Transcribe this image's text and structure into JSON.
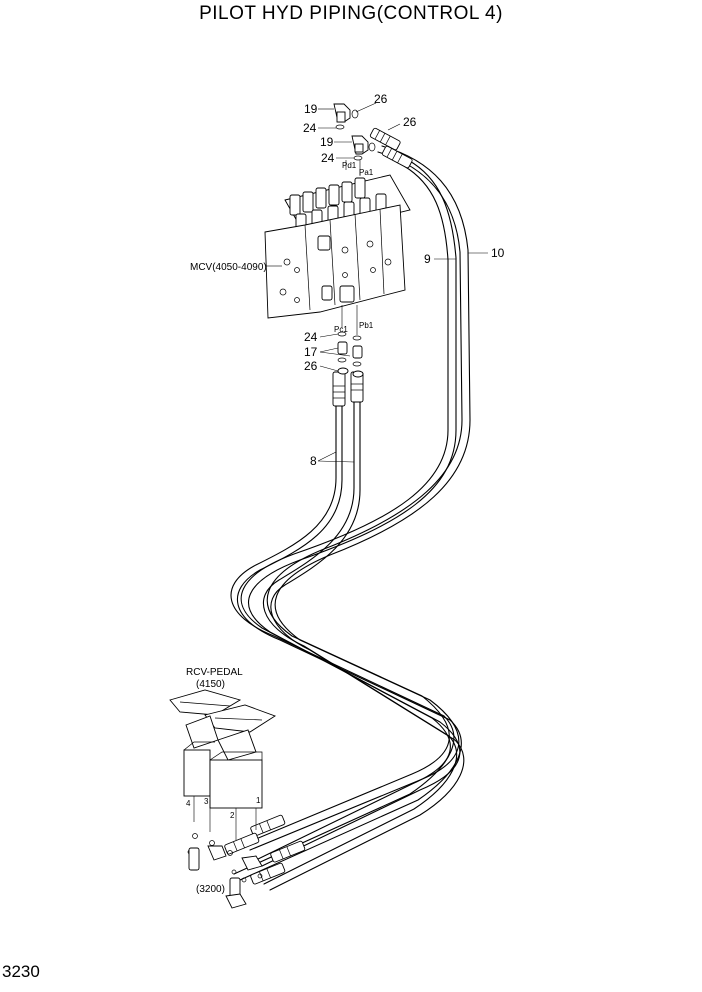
{
  "title": "PILOT HYD PIPING(CONTROL 4)",
  "page_number": "3230",
  "components": {
    "mcv": "MCV(4050-4090)",
    "rcv_pedal_name": "RCV-PEDAL",
    "rcv_pedal_ref": "(4150)",
    "fitting_ref": "(3200)"
  },
  "ports": {
    "pd1": "Pd1",
    "pa1": "Pa1",
    "pc1": "Pc1",
    "pb1": "Pb1",
    "r1": "1",
    "r2": "2",
    "r3": "3",
    "r4": "4"
  },
  "callouts": {
    "c19a": "19",
    "c26a": "26",
    "c26b": "26",
    "c24a": "24",
    "c19b": "19",
    "c24b": "24",
    "c9": "9",
    "c10": "10",
    "c24c": "24",
    "c17": "17",
    "c26c": "26",
    "c8": "8"
  }
}
